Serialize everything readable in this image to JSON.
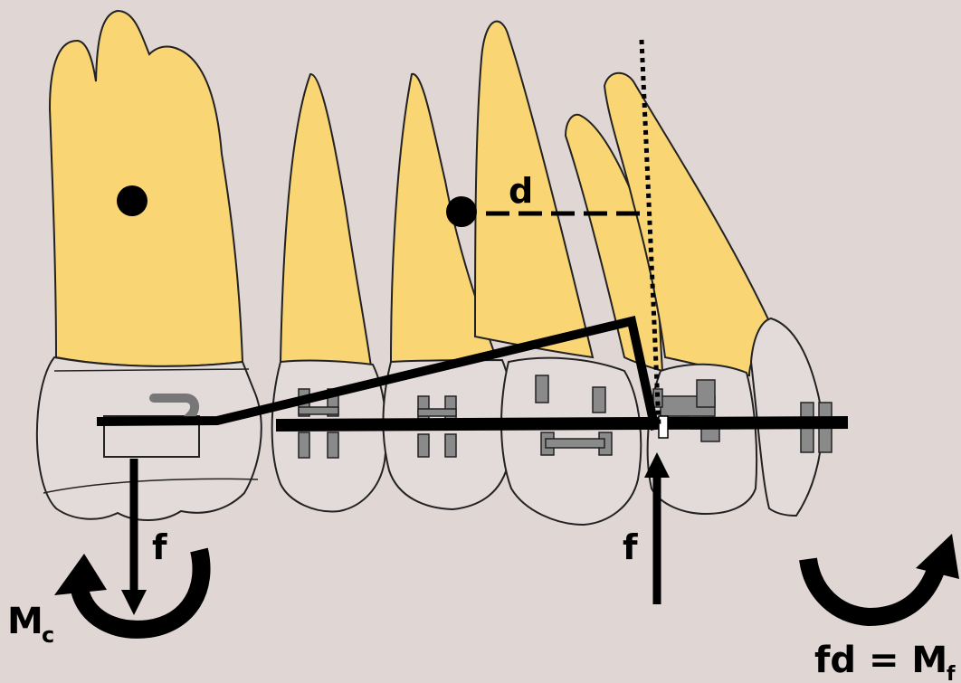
{
  "labels": {
    "distance": "d",
    "force_left": "f",
    "force_right": "f",
    "moment_c_main": "M",
    "moment_c_sub": "c",
    "equation_main": "fd = M",
    "equation_sub": "f"
  },
  "colors": {
    "background": "#e0d6d4",
    "root": "#f9d574",
    "crown": "#e3dbd9",
    "bracket": "#8a8a8a",
    "wire": "#000000",
    "outline": "#222222"
  }
}
